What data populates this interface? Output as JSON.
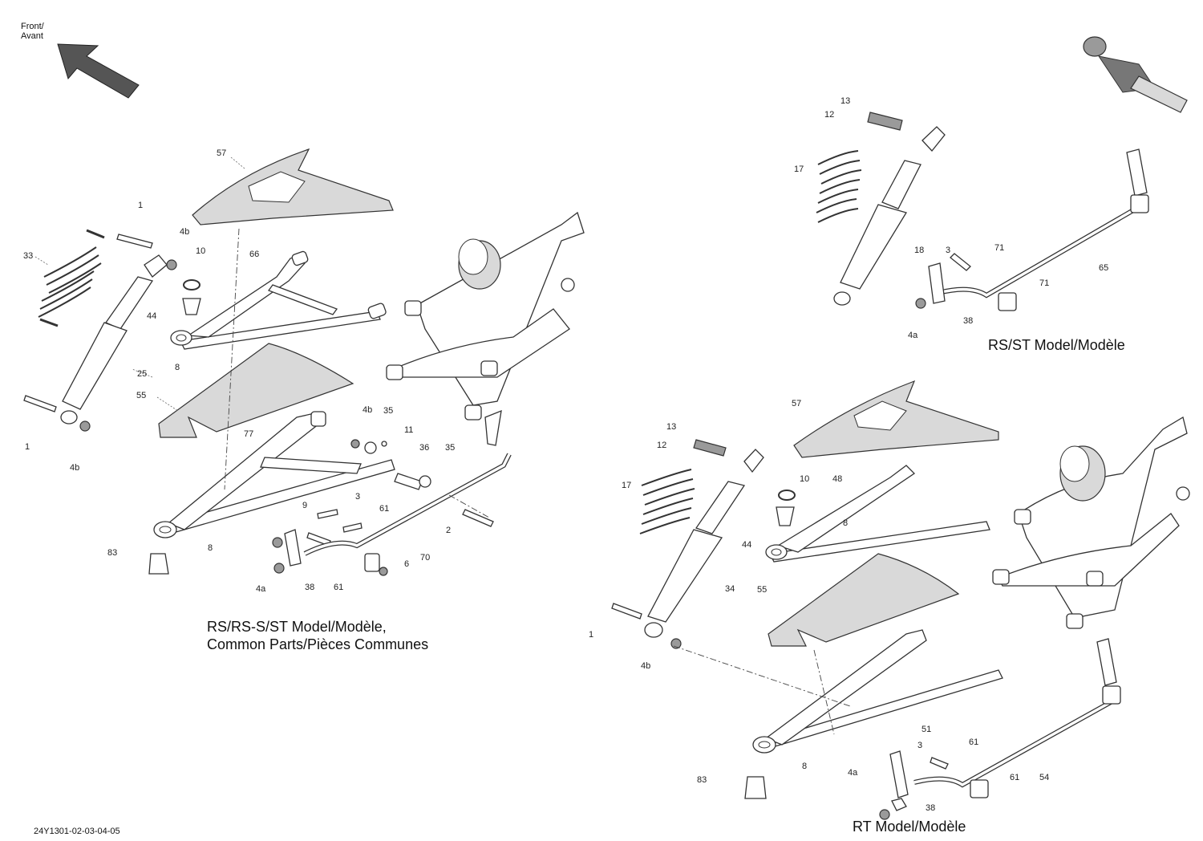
{
  "orientation": {
    "line1": "Front/",
    "line2": "Avant"
  },
  "captions": {
    "common_line1": "RS/RS-S/ST Model/Modèle,",
    "common_line2": "Common Parts/Pièces Communes",
    "rs_st": "RS/ST Model/Modèle",
    "rt": "RT Model/Modèle"
  },
  "drawing_code": "24Y1301-02-03-04-05",
  "callouts": {
    "common": [
      "57",
      "1",
      "4b",
      "33",
      "10",
      "66",
      "44",
      "8",
      "25",
      "55",
      "1",
      "4b",
      "77",
      "4b",
      "35",
      "11",
      "36",
      "35",
      "3",
      "61",
      "9",
      "2",
      "83",
      "8",
      "4a",
      "38",
      "61",
      "6",
      "70"
    ],
    "rs_st": [
      "13",
      "12",
      "17",
      "18",
      "3",
      "71",
      "65",
      "71",
      "4a",
      "38"
    ],
    "rt": [
      "57",
      "13",
      "12",
      "10",
      "48",
      "17",
      "8",
      "44",
      "34",
      "55",
      "1",
      "4b",
      "51",
      "3",
      "61",
      "8",
      "83",
      "4a",
      "38",
      "61",
      "54"
    ]
  }
}
